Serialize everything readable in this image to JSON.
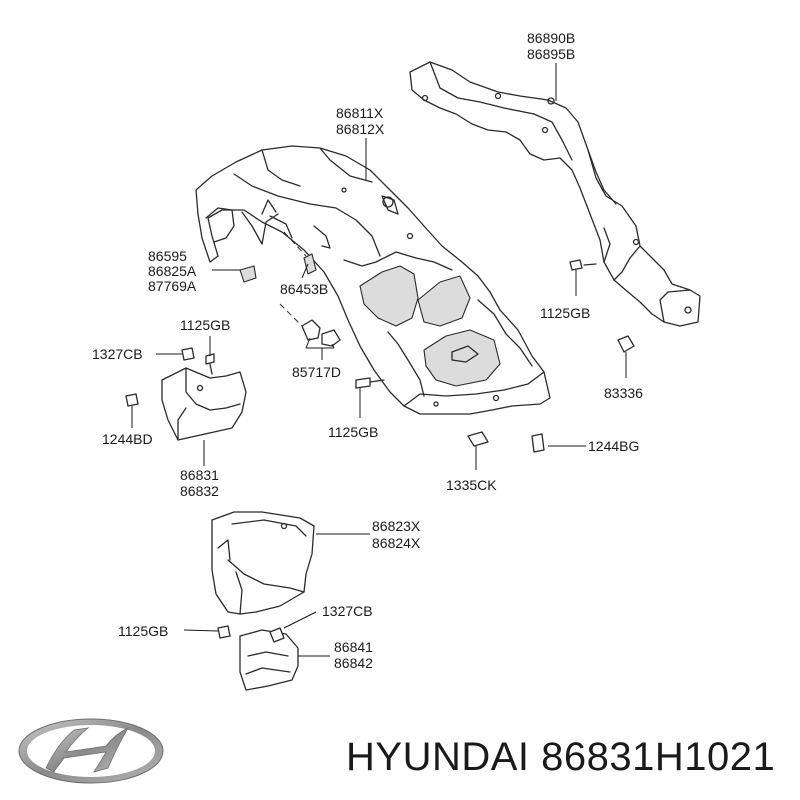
{
  "brand": "HYUNDAI",
  "part_number": "86831H1021",
  "labels": {
    "l86890B": "86890B",
    "l86895B": "86895B",
    "l86811X": "86811X",
    "l86812X": "86812X",
    "l86595": "86595",
    "l86825A": "86825A",
    "l87769A": "87769A",
    "l86453B": "86453B",
    "l1125GB_a": "1125GB",
    "l1327CB_a": "1327CB",
    "l85717D": "85717D",
    "l1125GB_b": "1125GB",
    "l83336": "83336",
    "l1244BD": "1244BD",
    "l1125GB_c": "1125GB",
    "l86831": "86831",
    "l86832": "86832",
    "l1244BG": "1244BG",
    "l1335CK": "1335CK",
    "l86823X": "86823X",
    "l86824X": "86824X",
    "l1327CB_b": "1327CB",
    "l1125GB_d": "1125GB",
    "l86841": "86841",
    "l86842": "86842"
  },
  "colors": {
    "line": "#2a2a2a",
    "text": "#1a1a1a",
    "logo": "#9a9a9a"
  }
}
